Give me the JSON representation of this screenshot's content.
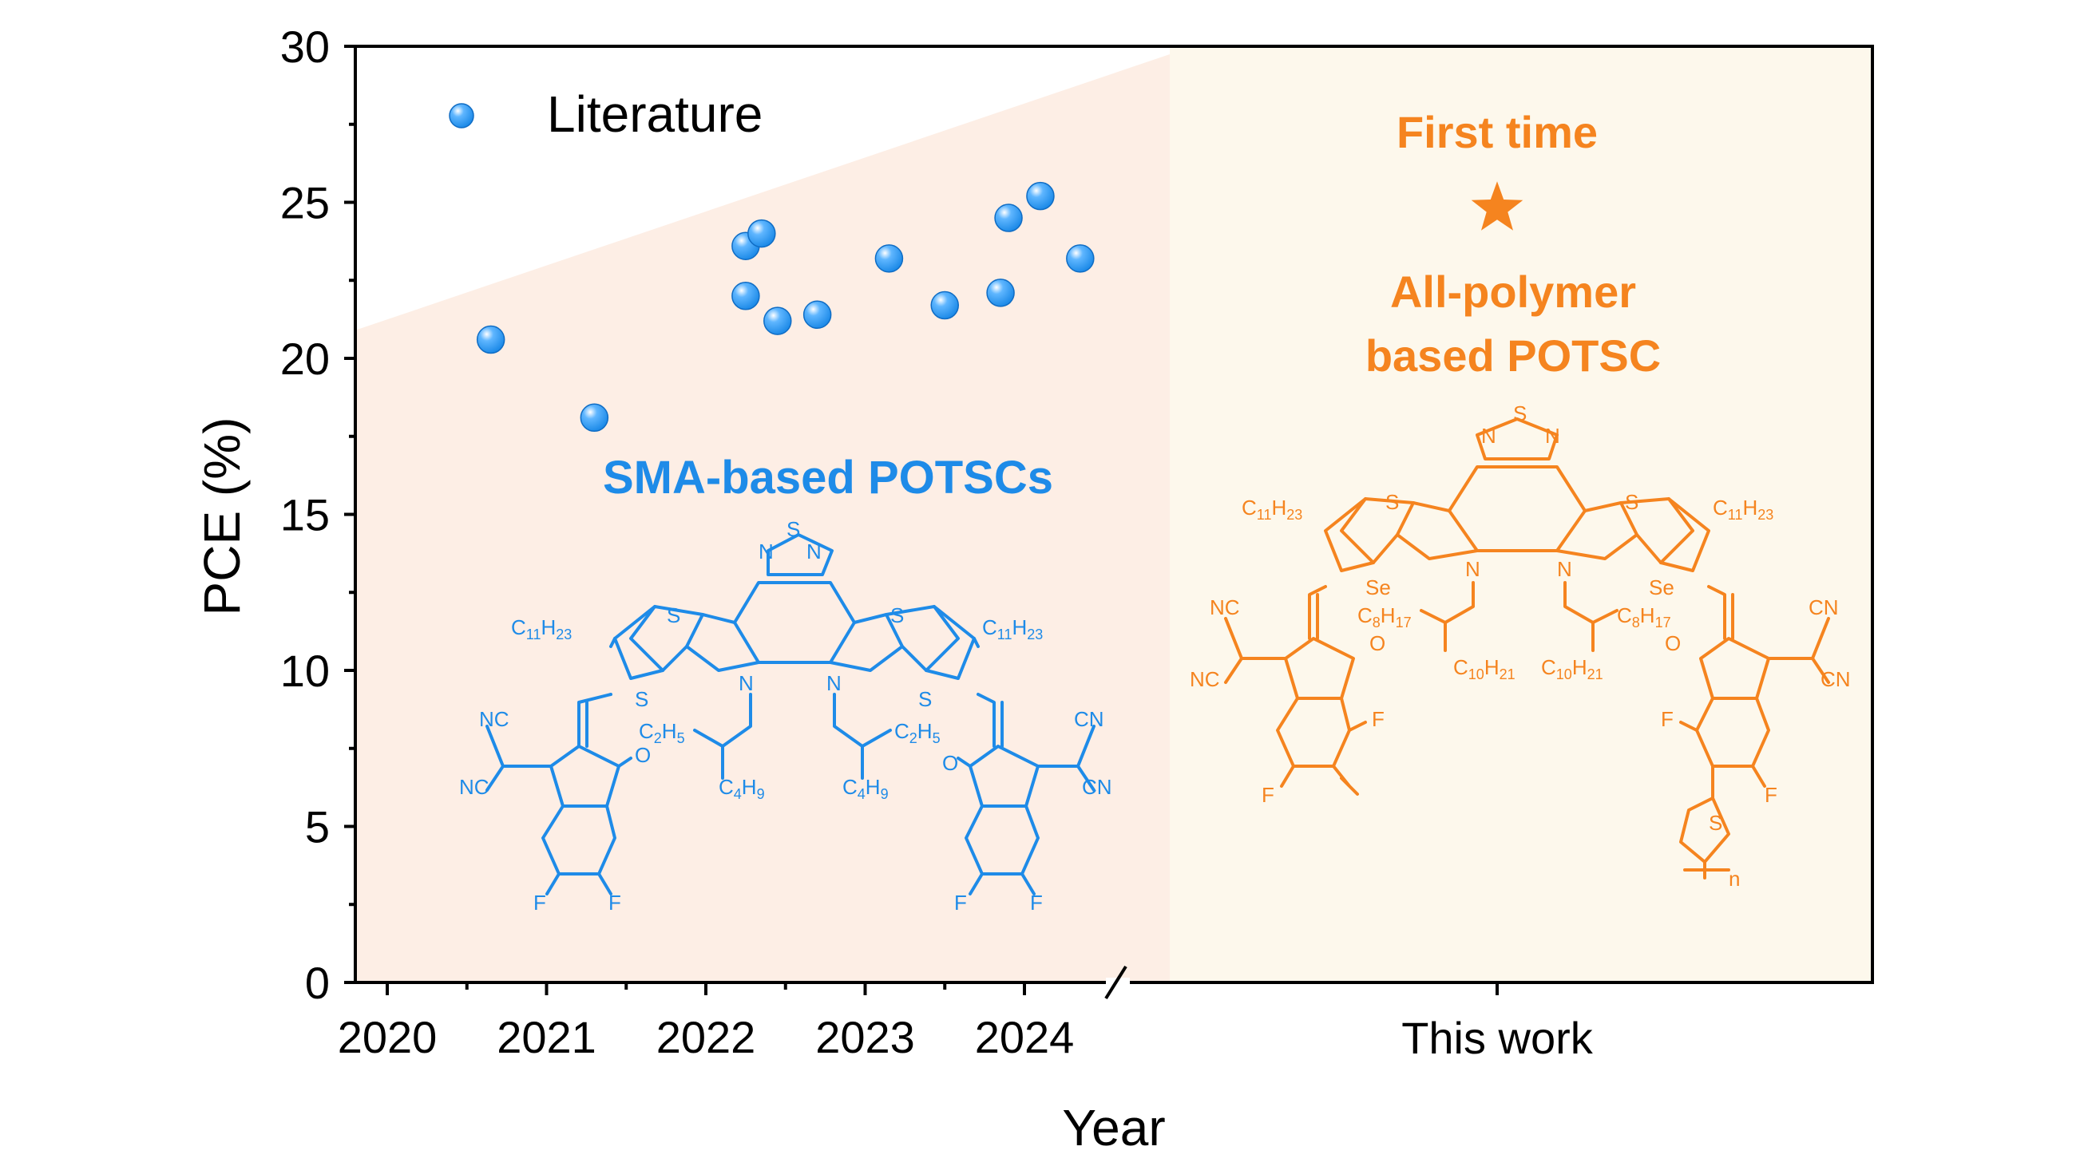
{
  "chart_data": {
    "type": "scatter",
    "xlabel": "Year",
    "ylabel": "PCE (%)",
    "ylim": [
      0,
      30
    ],
    "yticks": [
      0,
      5,
      10,
      15,
      20,
      25,
      30
    ],
    "xticks": [
      "2020",
      "2021",
      "2022",
      "2023",
      "2024"
    ],
    "break_tick_label": "This work",
    "legend": {
      "label": "Literature",
      "placement": "top-left"
    },
    "series": [
      {
        "name": "Literature",
        "x": [
          2020.65,
          2021.3,
          2022.25,
          2022.35,
          2022.25,
          2022.45,
          2022.7,
          2023.15,
          2023.5,
          2023.85,
          2023.9,
          2024.1,
          2024.35
        ],
        "y": [
          20.6,
          18.1,
          23.6,
          24.0,
          22.0,
          21.2,
          21.4,
          23.2,
          21.7,
          22.1,
          24.5,
          25.2,
          23.2
        ]
      }
    ],
    "this_work": {
      "value": 24.8,
      "title": "First time",
      "subtitle_line1": "All-polymer",
      "subtitle_line2": "based POTSC"
    },
    "annotations": {
      "sma_label": "SMA-based POTSCs"
    },
    "colors": {
      "literature": "#1e8be8",
      "this_work": "#f5841f",
      "left_bg": "#fdeee5",
      "right_bg": "#fdf8ec"
    }
  }
}
